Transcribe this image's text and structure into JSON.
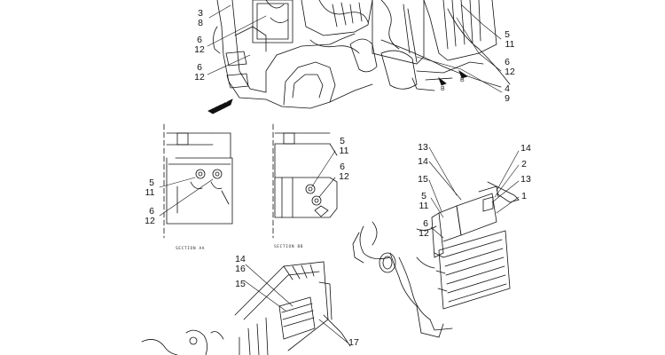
{
  "callouts": {
    "top_a_1": "3",
    "top_a_2": "8",
    "top_b_1": "6",
    "top_b_2": "12",
    "top_c_1": "6",
    "top_c_2": "12",
    "top_d_1": "5",
    "top_d_2": "11",
    "top_e_1": "6",
    "top_e_2": "12",
    "top_f_1": "4",
    "top_f_2": "9",
    "aa_a_1": "5",
    "aa_a_2": "11",
    "aa_b_1": "6",
    "aa_b_2": "12",
    "bb_a_1": "5",
    "bb_a_2": "11",
    "bb_b_1": "6",
    "bb_b_2": "12",
    "r_13a": "13",
    "r_14a": "14",
    "r_15": "15",
    "r_5": "5",
    "r_11": "11",
    "r_6": "6",
    "r_12": "12",
    "r_14b": "14",
    "r_2": "2",
    "r_13b": "13",
    "r_1": "1",
    "bl_14": "14",
    "bl_16": "16",
    "bl_15": "15",
    "bl_17": "17"
  },
  "section_labels": {
    "aa": "SECTION AA",
    "bb": "SECTION BB"
  },
  "markers": {
    "fwd": "FWD",
    "b1": "B",
    "b2": "B"
  }
}
